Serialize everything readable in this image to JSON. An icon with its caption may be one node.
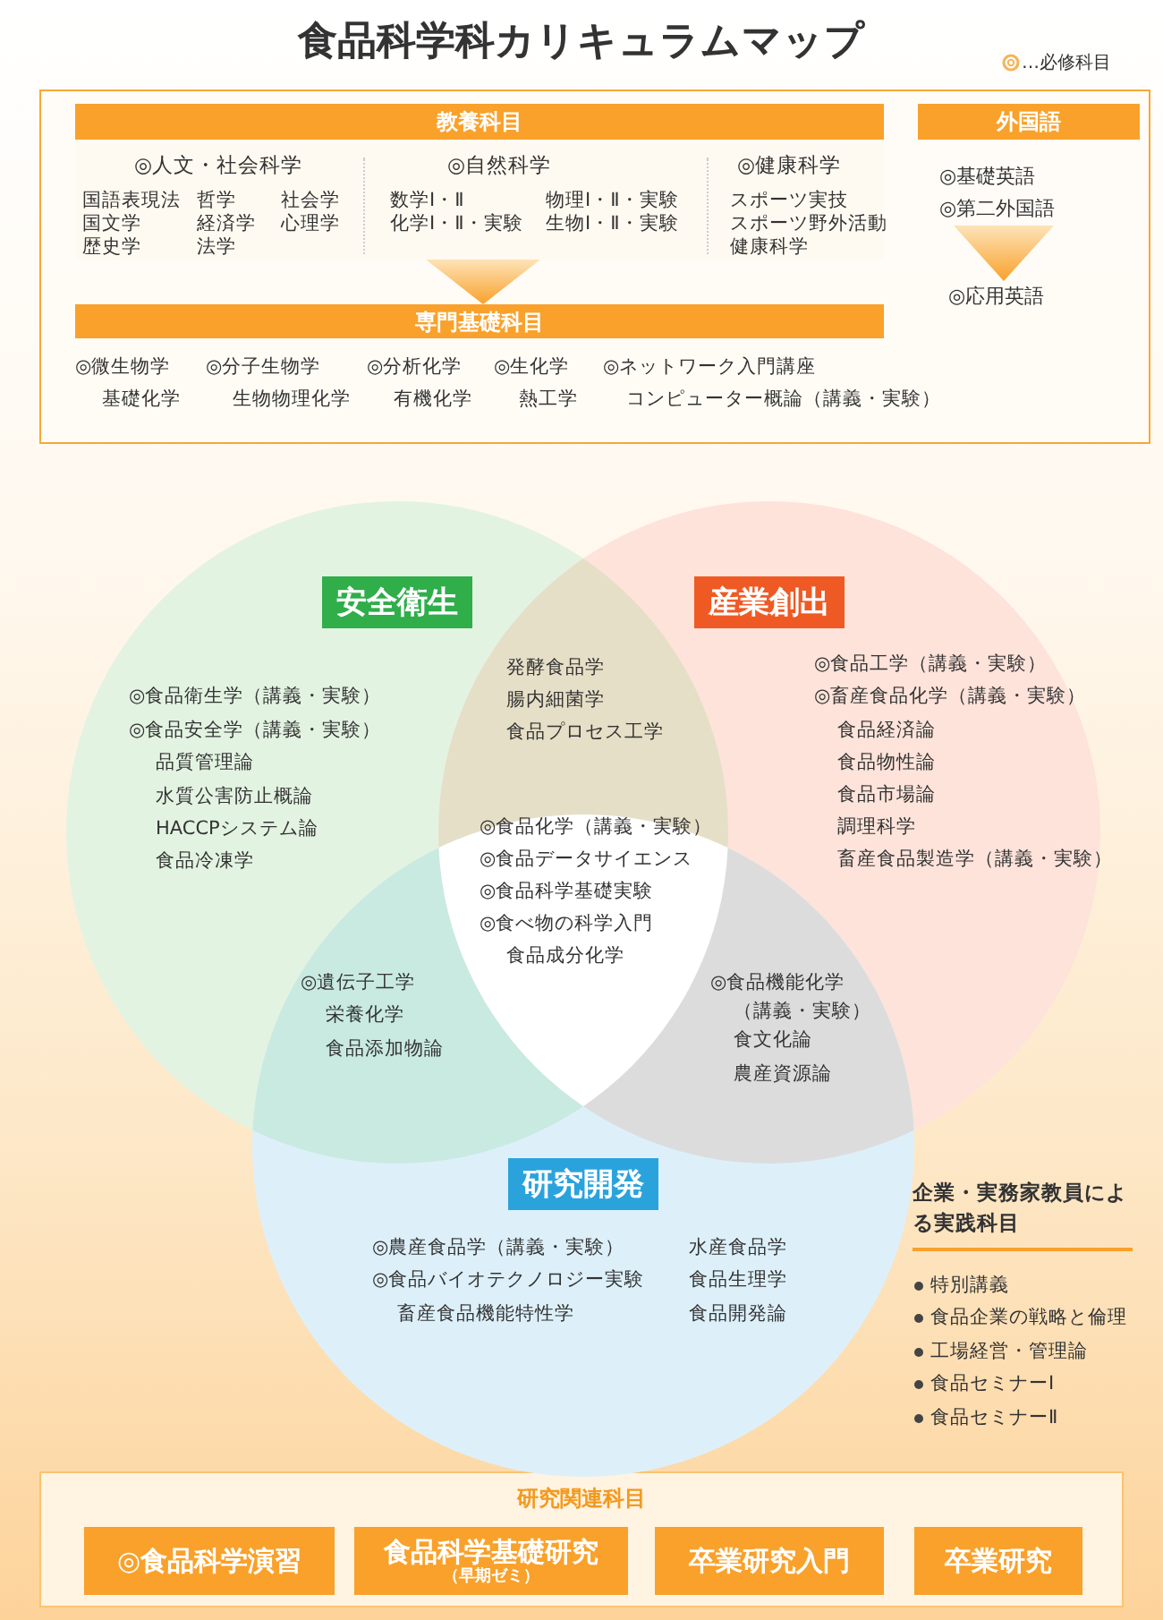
{
  "diagram": {
    "title": "食品科学科カリキュラムマップ",
    "nodes": [
      {
        "text": [],
        "shape": "box"
      },
      {
        "text": [
          "教養科目"
        ],
        "in": 0
      },
      {
        "text": [
          "専門基礎科目"
        ],
        "in": 0
      },
      {
        "text": [
          "外国語"
        ],
        "in": 0
      },
      {
        "text": [
          "◎基礎英語",
          "◎第二外国語"
        ],
        "in": 0
      },
      {
        "text": [
          "◎応用英語"
        ],
        "in": 0
      },
      {
        "text": [
          "安全衛生"
        ]
      },
      {
        "text": [
          "産業創出"
        ]
      },
      {
        "text": [
          "研究開発"
        ]
      },
      {
        "text": [
          "研究関連科目"
        ]
      },
      {
        "text": [
          "◎食品科学演習"
        ],
        "in": 9
      },
      {
        "text": [
          "食品科学基礎研究",
          "（早期ゼミ）"
        ],
        "in": 9
      },
      {
        "text": [
          "卒業研究入門"
        ],
        "in": 9
      },
      {
        "text": [
          "卒業研究"
        ],
        "in": 9
      }
    ],
    "edges": [
      {
        "from": 1,
        "to": 2,
        "arrow": "to"
      },
      {
        "from": 4,
        "to": 5,
        "arrow": "to"
      }
    ],
    "labels": [
      "◎人文・社会科学",
      "国語表現法",
      "哲学",
      "社会学",
      "国文学",
      "経済学",
      "心理学",
      "歴史学",
      "法学",
      "◎自然科学",
      "数学Ⅰ・Ⅱ",
      "物理Ⅰ・Ⅱ・実験",
      "化学Ⅰ・Ⅱ・実験",
      "生物Ⅰ・Ⅱ・実験",
      "◎健康科学",
      "スポーツ実技",
      "スポーツ野外活動",
      "健康科学",
      "◎微生物学",
      "基礎化学",
      "◎分子生物学",
      "生物物理化学",
      "◎分析化学",
      "有機化学",
      "◎生化学",
      "熱工学",
      "◎ネットワーク入門講座",
      "コンピューター概論（講義・実験）",
      "◎食品衛生学（講義・実験）",
      "◎食品安全学（講義・実験）",
      "品質管理論",
      "水質公害防止概論",
      "HACCPシステム論",
      "食品冷凍学",
      "発酵食品学",
      "腸内細菌学",
      "食品プロセス工学",
      "◎食品工学（講義・実験）",
      "◎畜産食品化学（講義・実験）",
      "食品経済論",
      "食品物性論",
      "食品市場論",
      "調理科学",
      "畜産食品製造学（講義・実験）",
      "◎食品化学（講義・実験）",
      "◎食品データサイエンス",
      "◎食品科学基礎実験",
      "◎食べ物の科学入門",
      "食品成分化学",
      "◎遺伝子工学",
      "栄養化学",
      "食品添加物論",
      "◎食品機能化学",
      "（講義・実験）",
      "食文化論",
      "農産資源論",
      "◎農産食品学（講義・実験）",
      "◎食品バイオテクノロジー実験",
      "畜産食品機能特性学",
      "水産食品学",
      "食品生理学",
      "食品開発論",
      "企業・実務家教員による実践科目",
      "特別講義",
      "食品企業の戦略と倫理",
      "工場経営・管理論",
      "食品セミナーⅠ",
      "食品セミナーⅡ"
    ],
    "legend": [
      {
        "text": "…必修科目"
      }
    ]
  }
}
